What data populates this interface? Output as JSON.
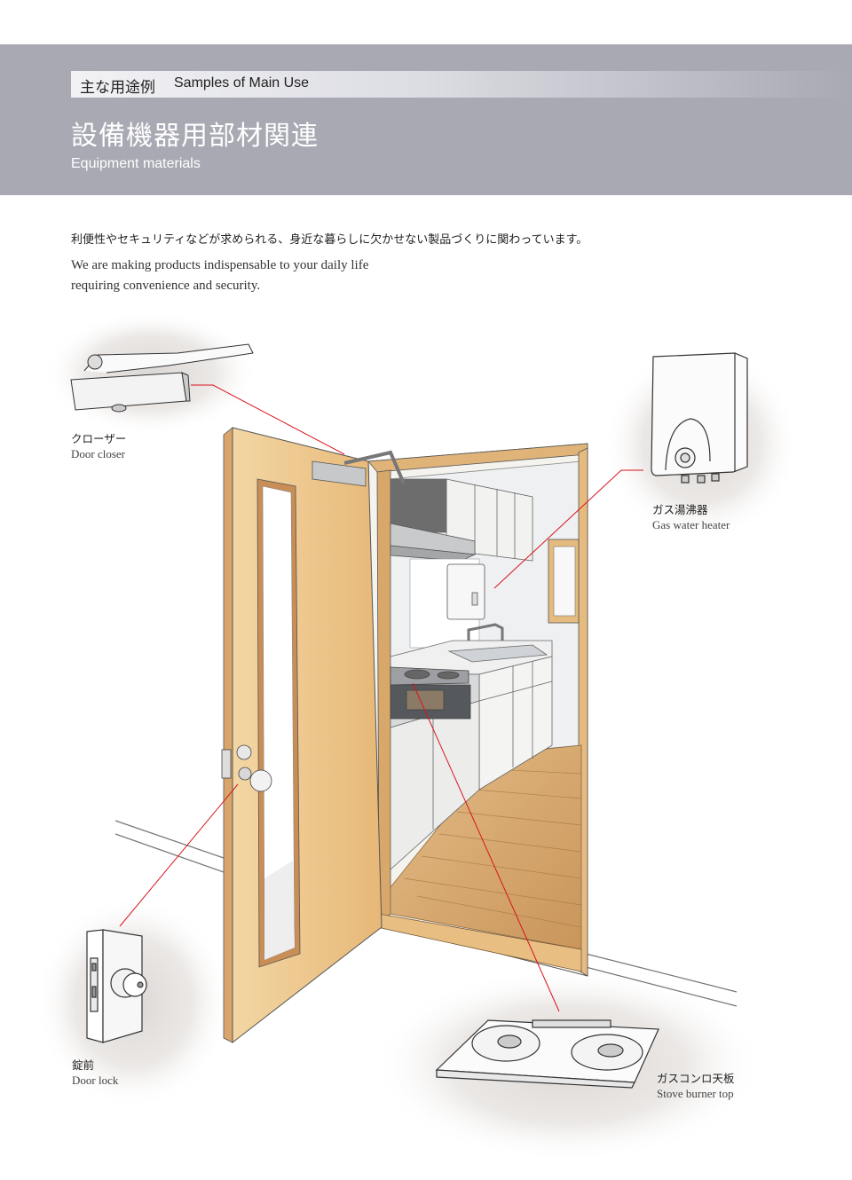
{
  "header": {
    "tag_jp": "主な用途例",
    "tag_en": "Samples of Main Use",
    "title": "設備機器用部材関連",
    "subtitle": "Equipment materials"
  },
  "intro": {
    "jp": "利便性やセキュリティなどが求められる、身近な暮らしに欠かせない製品づくりに関わっています。",
    "en_line1": "We are making products indispensable to your daily life",
    "en_line2": "requiring convenience and security."
  },
  "callouts": {
    "closer": {
      "jp": "クローザー",
      "en": "Door closer"
    },
    "heater": {
      "jp": "ガス湯沸器",
      "en": "Gas water heater"
    },
    "lock": {
      "jp": "錠前",
      "en": "Door lock"
    },
    "stove": {
      "jp": "ガスコンロ天板",
      "en": "Stove burner top"
    }
  },
  "colors": {
    "header_bg": "#a8a9b3",
    "leader_line": "#d9141e",
    "door": "#edc48a",
    "floor": "#d9ac72"
  }
}
